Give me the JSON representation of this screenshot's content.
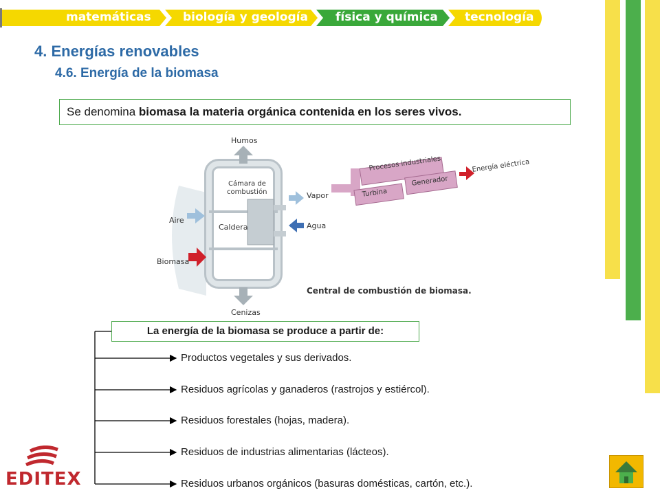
{
  "tabs": [
    {
      "label": "matemáticas",
      "color": "#f5d800"
    },
    {
      "label": "biología y geología",
      "color": "#f5d800"
    },
    {
      "label": "física y química",
      "color": "#3aa83a"
    },
    {
      "label": "tecnología",
      "color": "#f5d800"
    }
  ],
  "colors": {
    "yellow": "#f7e04a",
    "green": "#4caf4c",
    "heading": "#2d6aa6",
    "brand": "#c0282e"
  },
  "heading": {
    "title": "4. Energías renovables",
    "subtitle": "4.6. Energía de la biomasa"
  },
  "definition": {
    "prefix": "Se denomina ",
    "bold": "biomasa la materia orgánica contenida en los seres vivos."
  },
  "diagram": {
    "caption": "Central de combustión de biomasa.",
    "labels": {
      "humos": "Humos",
      "camara": "Cámara de",
      "combustion": "combustión",
      "caldera": "Caldera",
      "aire": "Aire",
      "biomasa": "Biomasa",
      "cenizas": "Cenizas",
      "vapor": "Vapor",
      "agua": "Agua",
      "procesos": "Procesos industriales",
      "turbina": "Turbina",
      "generador": "Generador",
      "energia": "Energía eléctrica"
    }
  },
  "sources": {
    "title": "La energía de la biomasa se produce a partir de:",
    "items": [
      "Productos vegetales y sus derivados.",
      "Residuos agrícolas y ganaderos (rastrojos y estiércol).",
      "Residuos forestales (hojas, madera).",
      "Residuos de industrias alimentarias (lácteos).",
      "Residuos urbanos orgánicos (basuras domésticas, cartón, etc.)."
    ]
  },
  "logo": {
    "text": "EDITEX"
  },
  "home_icon": "home-icon"
}
